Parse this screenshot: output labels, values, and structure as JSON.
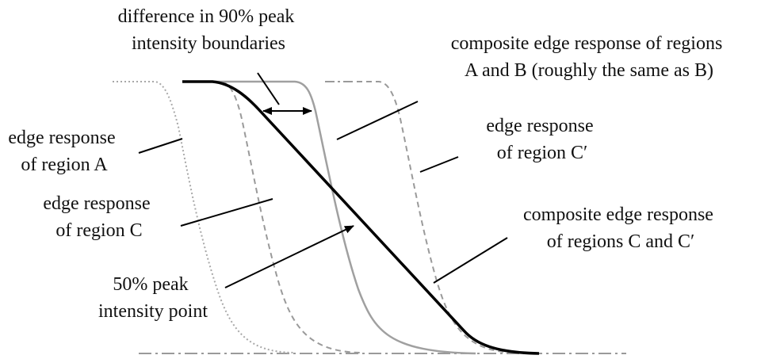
{
  "labels": {
    "diff_90": [
      "difference in 90% peak",
      "intensity boundaries"
    ],
    "composite_ab": [
      "composite edge response of regions",
      "A and B (roughly the same as B)"
    ],
    "region_a": [
      "edge response",
      "of region A"
    ],
    "region_cprime": [
      "edge response",
      "of region C′"
    ],
    "region_c": [
      "edge response",
      "of region C"
    ],
    "composite_ccprime": [
      "composite edge response",
      "of regions C and C′"
    ],
    "peak_50": [
      "50% peak",
      "intensity point"
    ]
  },
  "colors": {
    "black_curve": "#000000",
    "gray_curve": "#a0a0a0",
    "dashed_curve": "#9a9a9a",
    "dotted_curve": "#a8a8a8",
    "text": "#111111"
  }
}
